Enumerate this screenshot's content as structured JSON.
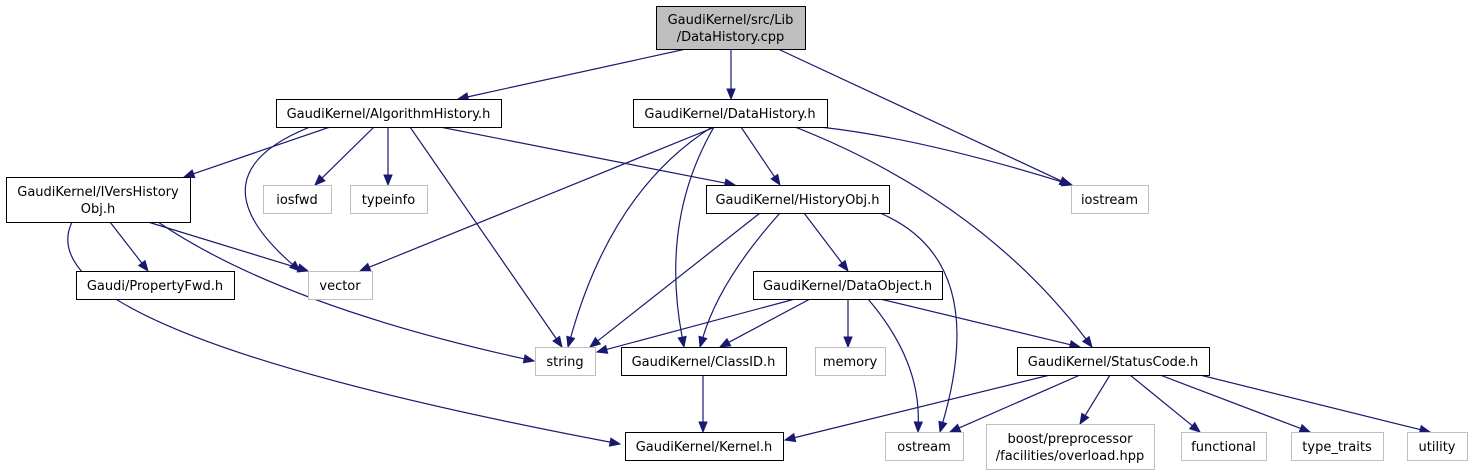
{
  "colors": {
    "edge": "#191970",
    "root_fill": "#bfbfbf",
    "node_fill": "#ffffff",
    "node_border": "#000000",
    "external_border": "#bfbfbf"
  },
  "nodes": {
    "root": {
      "lines": [
        "GaudiKernel/src/Lib",
        "/DataHistory.cpp"
      ]
    },
    "algorithm_history": {
      "lines": [
        "GaudiKernel/AlgorithmHistory.h"
      ]
    },
    "data_history": {
      "lines": [
        "GaudiKernel/DataHistory.h"
      ]
    },
    "ivers_history_obj": {
      "lines": [
        "GaudiKernel/IVersHistory",
        "Obj.h"
      ]
    },
    "iosfwd": {
      "lines": [
        "iosfwd"
      ]
    },
    "typeinfo": {
      "lines": [
        "typeinfo"
      ]
    },
    "history_obj": {
      "lines": [
        "GaudiKernel/HistoryObj.h"
      ]
    },
    "iostream": {
      "lines": [
        "iostream"
      ]
    },
    "property_fwd": {
      "lines": [
        "Gaudi/PropertyFwd.h"
      ]
    },
    "vector": {
      "lines": [
        "vector"
      ]
    },
    "data_object": {
      "lines": [
        "GaudiKernel/DataObject.h"
      ]
    },
    "string": {
      "lines": [
        "string"
      ]
    },
    "class_id": {
      "lines": [
        "GaudiKernel/ClassID.h"
      ]
    },
    "memory": {
      "lines": [
        "memory"
      ]
    },
    "status_code": {
      "lines": [
        "GaudiKernel/StatusCode.h"
      ]
    },
    "kernel": {
      "lines": [
        "GaudiKernel/Kernel.h"
      ]
    },
    "ostream": {
      "lines": [
        "ostream"
      ]
    },
    "boost_overload": {
      "lines": [
        "boost/preprocessor",
        "/facilities/overload.hpp"
      ]
    },
    "functional": {
      "lines": [
        "functional"
      ]
    },
    "type_traits": {
      "lines": [
        "type_traits"
      ]
    },
    "utility": {
      "lines": [
        "utility"
      ]
    }
  }
}
